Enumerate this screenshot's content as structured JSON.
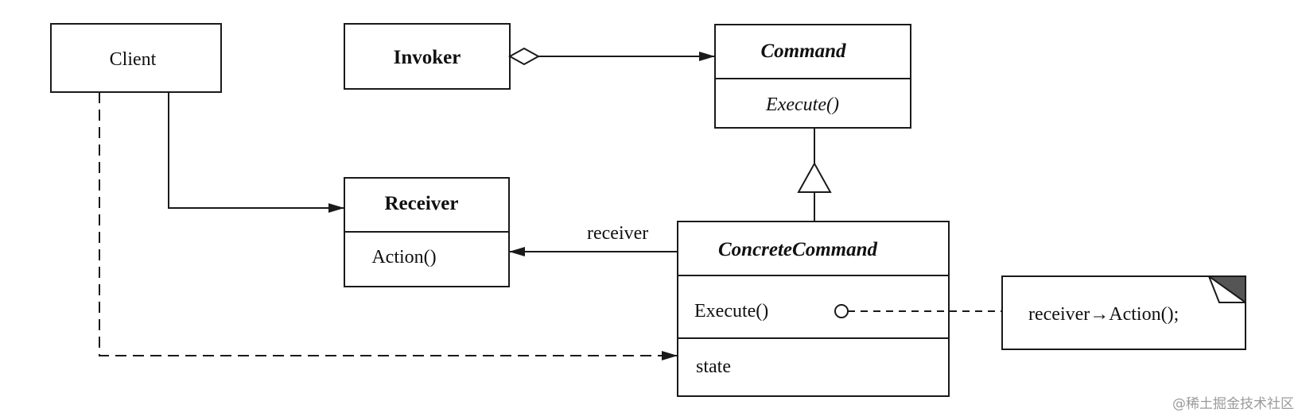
{
  "classes": {
    "client": {
      "name": "Client"
    },
    "invoker": {
      "name": "Invoker"
    },
    "command": {
      "name": "Command",
      "operation": "Execute()"
    },
    "receiver": {
      "name": "Receiver",
      "operation": "Action()"
    },
    "concrete_command": {
      "name": "ConcreteCommand",
      "operation": "Execute()",
      "attribute": "state"
    }
  },
  "associations": {
    "receiver_role": "receiver"
  },
  "note": {
    "text": "receiver→Action();"
  },
  "watermark": "@稀土掘金技术社区"
}
